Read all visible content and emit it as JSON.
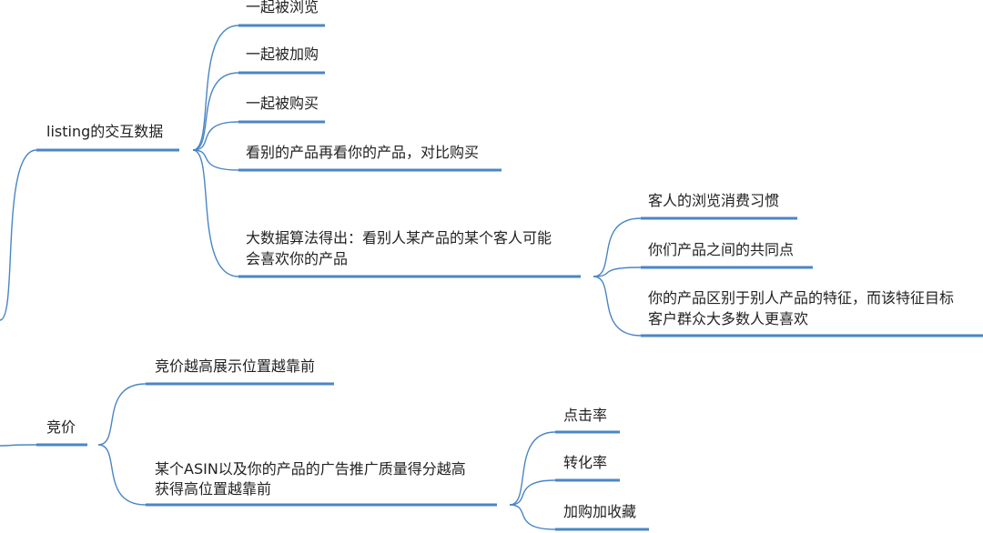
{
  "colors": {
    "branch": "#4a86c5",
    "underline": "#4a86c5",
    "text": "#222222",
    "background": "#ffffff"
  },
  "topics": [
    {
      "label": "listing的交互数据",
      "children": [
        {
          "lines": [
            "一起被浏览"
          ]
        },
        {
          "lines": [
            "一起被加购"
          ]
        },
        {
          "lines": [
            "一起被购买"
          ]
        },
        {
          "lines": [
            "看别的产品再看你的产品，对比购买"
          ]
        },
        {
          "lines": [
            "大数据算法得出：看别人某产品的某个客人可能",
            "会喜欢你的产品"
          ],
          "children": [
            {
              "lines": [
                "客人的浏览消费习惯"
              ]
            },
            {
              "lines": [
                "你们产品之间的共同点"
              ]
            },
            {
              "lines": [
                "你的产品区别于别人产品的特征，而该特征目标",
                "客户群众大多数人更喜欢"
              ]
            }
          ]
        }
      ]
    },
    {
      "label": "竞价",
      "children": [
        {
          "lines": [
            "竞价越高展示位置越靠前"
          ]
        },
        {
          "lines": [
            "某个ASIN以及你的产品的广告推广质量得分越高",
            "获得高位置越靠前"
          ],
          "children": [
            {
              "lines": [
                "点击率"
              ]
            },
            {
              "lines": [
                "转化率"
              ]
            },
            {
              "lines": [
                "加购加收藏"
              ]
            }
          ]
        }
      ]
    }
  ]
}
